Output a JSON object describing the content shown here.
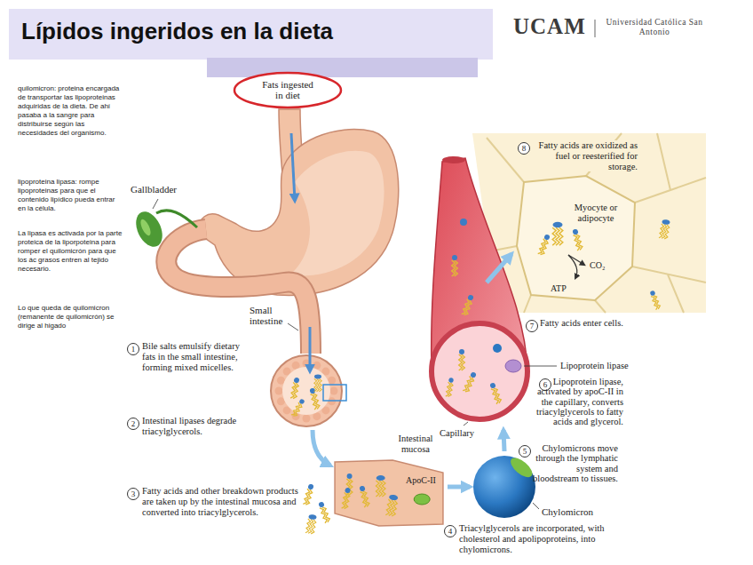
{
  "diagram": {
    "title": "Lípidos ingeridos en la dieta",
    "nodes": [
      {
        "text": [
          "Fats ingested in diet"
        ]
      },
      {
        "text": [
          "Intestinal mucosa"
        ]
      },
      {
        "text": [
          "Chylomicron"
        ]
      },
      {
        "text": [
          "Myocyte or adipocyte"
        ]
      }
    ],
    "edges": [
      {
        "from": 1,
        "to": 2,
        "arrow": "to"
      }
    ],
    "labels": [
      "UCAM",
      "Universidad Católica San Antonio",
      "quilomicron: proteina encargada de transportar las lipoproteinas adquiridas de la dieta. De ahí pasaba a la sangre para distribuirse según las necesidades del organismo.",
      "lipoproteina lipasa: rompe lipoproteinas para que el contenido lipídico pueda entrar en la célula.",
      "La lipasa es activada por la parte proteica de la liporpoteina para romper el quilomicrón para que los ác grasos entren al tejido necesario.",
      "Lo que queda de quilomicron (remanente de quilomicrón) se dirige al higado",
      "Gallbladder",
      "Small intestine",
      "1",
      "Bile salts emulsify dietary fats in the small intestine, forming mixed micelles.",
      "2",
      "Intestinal lipases degrade triacylglycerols.",
      "3",
      "Fatty acids and other breakdown products are taken up by the intestinal mucosa and converted into triacylglycerols.",
      "ApoC-II",
      "4",
      "Triacylglycerols are incorporated, with cholesterol and apolipoproteins, into chylomicrons.",
      "5",
      "Chylomicrons move through the lymphatic system and bloodstream to tissues.",
      "Capillary",
      "Lipoprotein lipase",
      "6",
      "Lipoprotein lipase, activated by apoC-II in the capillary, converts triacylglycerols to fatty acids and glycerol.",
      "7",
      "Fatty acids enter cells.",
      "8",
      "Fatty acids are oxidized as fuel or reesterified for storage.",
      "CO₂",
      "ATP"
    ]
  }
}
